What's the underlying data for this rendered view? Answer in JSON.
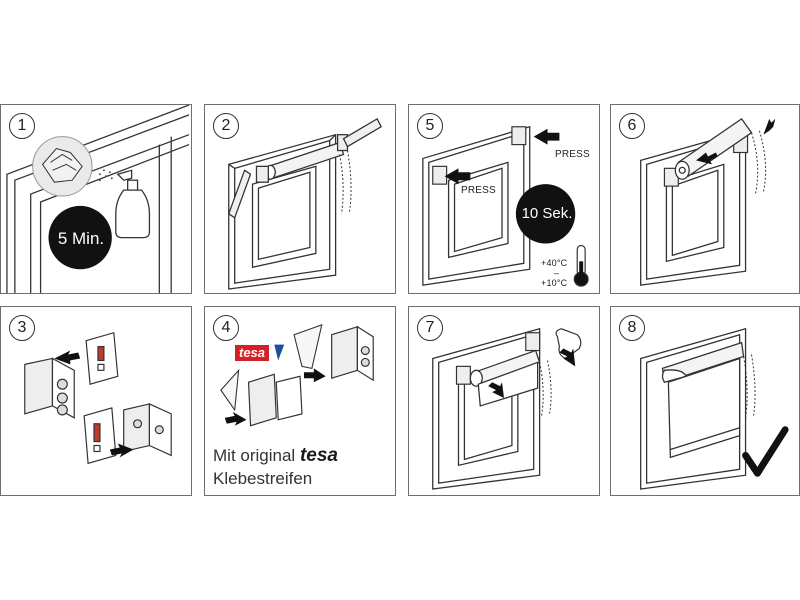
{
  "steps": [
    {
      "number": "1",
      "timer": "5 Min."
    },
    {
      "number": "2"
    },
    {
      "number": "5",
      "press_label_1": "PRESS",
      "press_label_2": "PRESS",
      "timer": "10 Sek.",
      "temp_max": "+40°C",
      "temp_separator": "–",
      "temp_min": "+10°C"
    },
    {
      "number": "6"
    },
    {
      "number": "3"
    },
    {
      "number": "4",
      "tesa_badge": "tesa",
      "caption_line1_prefix": "Mit original",
      "caption_brand": "tesa",
      "caption_line2": "Klebestreifen"
    },
    {
      "number": "7"
    },
    {
      "number": "8"
    }
  ],
  "colors": {
    "border": "#6e6e6e",
    "ink": "#1a1a1a",
    "tesa_red": "#d61f26",
    "tesa_blue": "#1a4fa0",
    "adhesive_red": "#c0392b"
  }
}
